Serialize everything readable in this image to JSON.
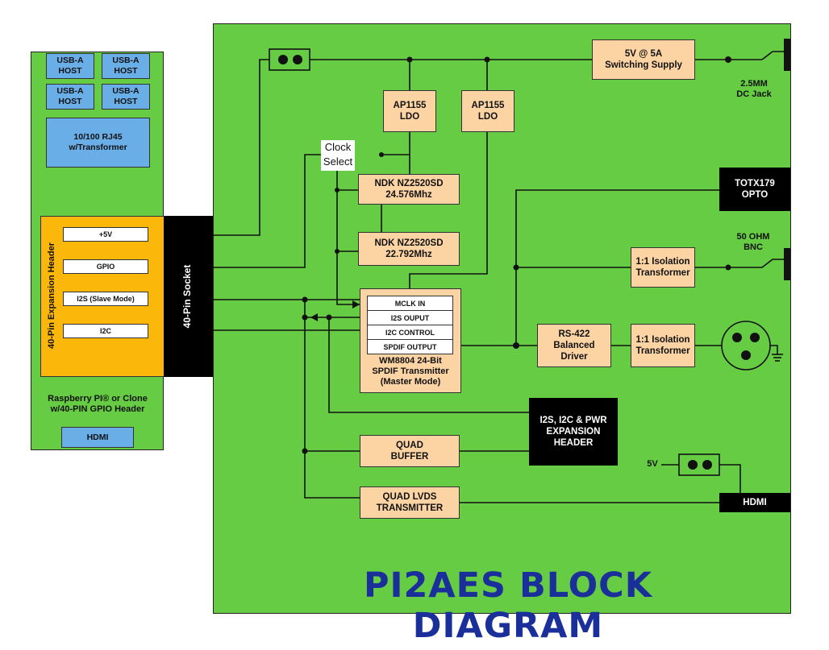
{
  "pi_board": {
    "usb_ports": [
      "USB-A\nHOST",
      "USB-A\nHOST",
      "USB-A\nHOST",
      "USB-A\nHOST"
    ],
    "ethernet": "10/100 RJ45\nw/Transformer",
    "expansion_header_label": "40-Pin Expansion Header",
    "pins": [
      "+5V",
      "GPIO",
      "I2S (Slave Mode)",
      "I2C"
    ],
    "socket_label": "40-Pin Socket",
    "caption": "Raspberry PI® or Clone\nw/40-PIN GPIO Header",
    "hdmi": "HDMI"
  },
  "main_board": {
    "switching_supply": "5V @ 5A\nSwitching Supply",
    "dc_jack": "2.5MM\nDC Jack",
    "ldo_1": "AP1155\nLDO",
    "ldo_2": "AP1155\nLDO",
    "clock_select": "Clock\nSelect",
    "osc_1": "NDK NZ2520SD\n24.576Mhz",
    "osc_2": "NDK NZ2520SD\n22.792Mhz",
    "wm8804_pins": [
      "MCLK IN",
      "I2S OUPUT",
      "I2C CONTROL",
      "SPDIF OUTPUT"
    ],
    "wm8804_caption": "WM8804 24-Bit\nSPDIF Transmitter\n(Master Mode)",
    "toslink": "TOTX179\nOPTO",
    "bnc_label": "50 OHM\nBNC",
    "iso_1": "1:1 Isolation\nTransformer",
    "iso_2": "1:1 Isolation\nTransformer",
    "rs422": "RS-422\nBalanced\nDriver",
    "exp_header": "I2S, I2C & PWR\nEXPANSION\nHEADER",
    "quad_buffer": "QUAD\nBUFFER",
    "quad_lvds": "QUAD LVDS\nTRANSMITTER",
    "five_v": "5V",
    "hdmi_out": "HDMI",
    "title": "PI2AES BLOCK DIAGRAM"
  },
  "colors": {
    "board_green": "#66cc44",
    "block_peach": "#fcd4a4",
    "block_blue": "#6aaee8",
    "header_orange": "#fbb80a",
    "title_blue": "#1a2f9a"
  }
}
